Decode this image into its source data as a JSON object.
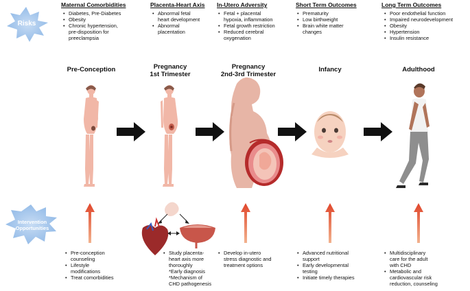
{
  "risks_label": "Risks",
  "intervention_label_line1": "Intervention",
  "intervention_label_line2": "Opportunities",
  "columns": [
    {
      "title": "Maternal Comorbidities",
      "risks": [
        "Diabetes, Pre-Diabetes",
        "Obesity",
        "Chronic hypertension,",
        "pre-disposition for",
        "preeclampsia"
      ],
      "stage": [
        "Pre-Conception"
      ],
      "interventions": [
        "Pre-conception",
        "counseling",
        "Lifestyle",
        "modifications",
        "Treat comorbidities"
      ]
    },
    {
      "title": "Placenta-Heart Axis",
      "risks": [
        "Abnormal fetal",
        "heart development",
        "Abnormal",
        "placentation"
      ],
      "stage": [
        "Pregnancy",
        "1st Trimester"
      ],
      "interventions": [
        "Study placenta-",
        "heart axis more",
        "thoroughly",
        "*Early diagnosis",
        "*Mechanism of",
        "CHD pathogenesis"
      ]
    },
    {
      "title": "In-Utero Adversity",
      "risks": [
        "Fetal + placental",
        "hypoxia, inflammation",
        "Fetal growth restriction",
        "Reduced cerebral",
        "oxygenation"
      ],
      "stage": [
        "Pregnancy",
        "2nd-3rd Trimester"
      ],
      "interventions": [
        "Develop in-utero",
        "stress  diagnostic and",
        "treatment options"
      ]
    },
    {
      "title": "Short Term Outcomes",
      "risks": [
        "Prematurity",
        "Low birthweight",
        "Brain white matter",
        "changes"
      ],
      "stage": [
        "Infancy"
      ],
      "interventions": [
        "Advanced nutritional",
        "support",
        "Early developmental",
        "testing",
        "Initiate timely therapies"
      ]
    },
    {
      "title": "Long Term Outcomes",
      "risks": [
        "Poor endothelial function",
        "Impaired neurodevelopment",
        "Obesity",
        "Hypertension",
        "Insulin resistance"
      ],
      "stage": [
        "Adulthood"
      ],
      "interventions": [
        "Multidisciplinary",
        "care for the adult",
        "with CHD",
        "Metabolic and",
        "cardiovascular risk",
        "reduction, counseling"
      ]
    }
  ],
  "colors": {
    "badge_fill": "#9cc3ec",
    "badge_text": "#ffffff",
    "skin": "#f1b7a7",
    "arrow_black": "#111111",
    "arrow_up": "#e5663b"
  }
}
